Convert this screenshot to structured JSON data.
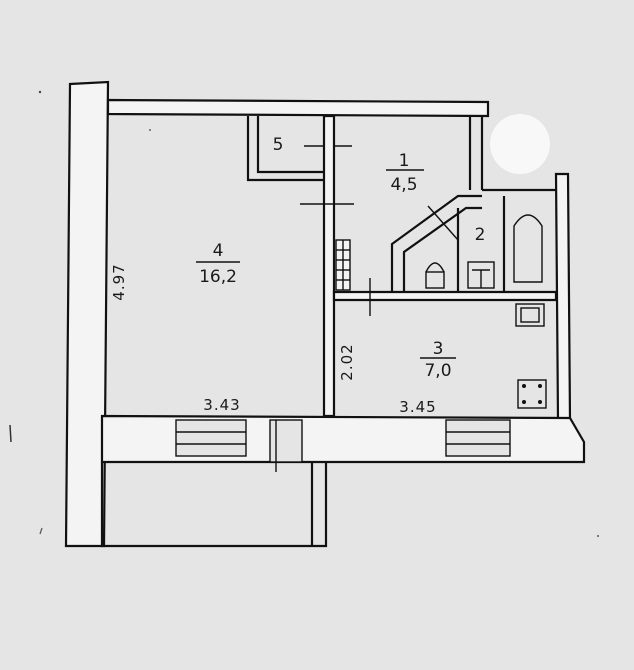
{
  "plan": {
    "rooms": [
      {
        "id": "1",
        "area": "4,5"
      },
      {
        "id": "2",
        "area": ""
      },
      {
        "id": "3",
        "area": "7,0"
      },
      {
        "id": "4",
        "area": "16,2"
      },
      {
        "id": "5",
        "area": ""
      }
    ],
    "dimensions": {
      "left_height": "4.97",
      "mid_height": "2.02",
      "width_left": "3.43",
      "width_right": "3.45"
    },
    "colors": {
      "paper": "#e4e5e4",
      "ink": "#111111"
    }
  }
}
